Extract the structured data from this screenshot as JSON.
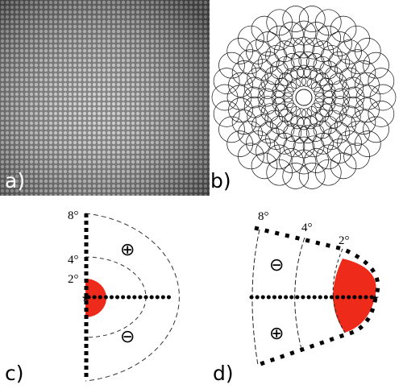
{
  "panels": {
    "a": {
      "label": "a)"
    },
    "b": {
      "label": "b)"
    },
    "c": {
      "label": "c)",
      "ticks": [
        "8°",
        "4°",
        "2°"
      ],
      "signs": [
        "⊕",
        "⊖"
      ]
    },
    "d": {
      "label": "d)",
      "ticks": [
        "8°",
        "4°",
        "2°"
      ],
      "signs": [
        "⊖",
        "⊕"
      ]
    }
  },
  "colors": {
    "fill": "#ee2a1a",
    "micrograph": "#8a8a8a"
  }
}
